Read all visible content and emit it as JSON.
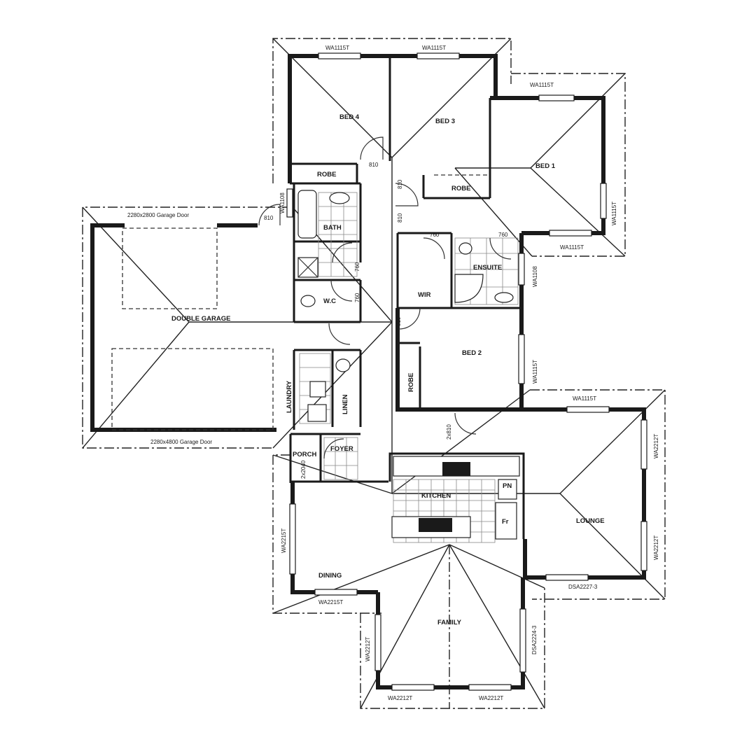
{
  "rooms": {
    "bed4": "BED 4",
    "bed3": "BED 3",
    "bed1": "BED 1",
    "robe_bed4": "ROBE",
    "robe_bed1": "ROBE",
    "robe_bed2": "ROBE",
    "bath": "BATH",
    "wc": "W.C",
    "ensuite": "ENSUITE",
    "wir": "WIR",
    "bed2": "BED 2",
    "double_garage": "DOUBLE GARAGE",
    "laundry": "LAUNDRY",
    "linen": "LINEN",
    "porch": "PORCH",
    "foyer": "FOYER",
    "kitchen": "KITCHEN",
    "pn": "PN",
    "fr": "Fr",
    "lounge": "LOUNGE",
    "dining": "DINING",
    "family": "FAMILY"
  },
  "windows": {
    "bed4_top": "WA1115T",
    "bed3_top": "WA1115T",
    "bed1_top": "WA1115T",
    "bed1_right": "WA1115T",
    "bed1_bottom": "WA1115T",
    "ensuite_right": "WA1108",
    "bed2_right": "WA1115T",
    "lounge_top": "WA1115T",
    "lounge_right_top": "WA2212T",
    "lounge_right_bottom": "WA2212T",
    "lounge_bottom": "DSA2227-3",
    "dining_left": "WA2215T",
    "dining_bottom": "WA2215T",
    "family_left": "WA2212T",
    "family_right": "DSA2224-3",
    "family_bottom_left": "WA2212T",
    "family_bottom_right": "WA2212T",
    "bath_side": "WA1108"
  },
  "doors": {
    "garage_top": "2280x2800 Garage Door",
    "garage_bottom": "2280x4800 Garage Door",
    "d810_a": "810",
    "d810_b": "810",
    "d810_c": "810",
    "d810_d": "810",
    "d760_a": "760",
    "d760_b": "760",
    "d760_c": "760",
    "d760_d": "760",
    "d810_e": "810",
    "d2x810": "2x810",
    "porch_side": "2x2040"
  }
}
